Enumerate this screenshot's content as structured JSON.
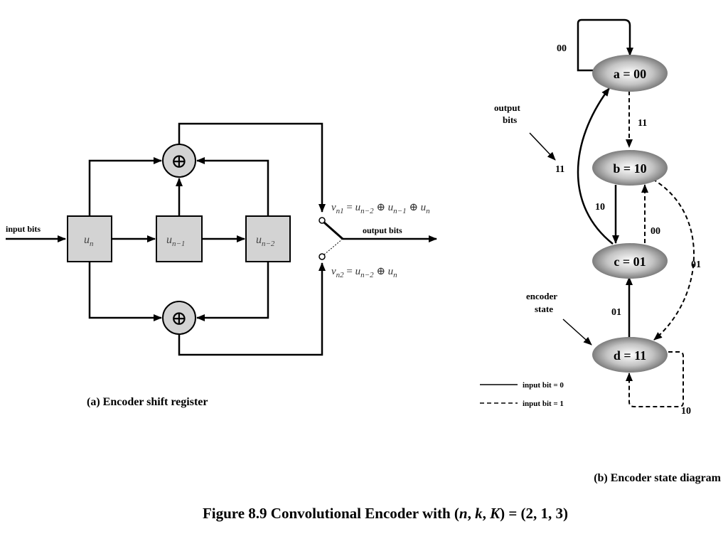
{
  "figure": {
    "caption_prefix": "Figure 8.9  Convolutional Encoder with (",
    "caption_n": "n",
    "caption_k": "k",
    "caption_K": "K",
    "caption_suffix": ") = (2, 1, 3)"
  },
  "encoder": {
    "caption": "(a) Encoder shift register",
    "input_label": "input bits",
    "output_label": "output bits",
    "reg1": {
      "base": "u",
      "sub": "n"
    },
    "reg2": {
      "base": "u",
      "sub": "n−1"
    },
    "reg3": {
      "base": "u",
      "sub": "n−2"
    },
    "xor_symbol": "⊕",
    "eq_top": {
      "lhs": "v",
      "lhs_sub": "n1",
      "eq": " = ",
      "t1": "u",
      "t1_sub": "n−2",
      "op1": " ⊕ ",
      "t2": "u",
      "t2_sub": "n−1",
      "op2": " ⊕ ",
      "t3": "u",
      "t3_sub": "n"
    },
    "eq_bottom": {
      "lhs": "v",
      "lhs_sub": "n2",
      "eq": " = ",
      "t1": "u",
      "t1_sub": "n−2",
      "op1": " ⊕ ",
      "t2": "u",
      "t2_sub": "n"
    }
  },
  "state_diagram": {
    "caption": "(b) Encoder state diagram",
    "states": {
      "a": "a = 00",
      "b": "b = 10",
      "c": "c = 01",
      "d": "d = 11"
    },
    "transition_labels": {
      "a_self": "00",
      "a_to_b": "11",
      "c_to_a": "11",
      "b_to_c": "10",
      "c_to_b": "00",
      "b_to_d": "01",
      "d_to_c": "01",
      "d_self": "10"
    },
    "annotations": {
      "output_bits_line1": "output",
      "output_bits_line2": "bits",
      "encoder_state_line1": "encoder",
      "encoder_state_line2": "state"
    },
    "legend": {
      "solid": "input bit = 0",
      "dashed": "input bit = 1"
    }
  }
}
